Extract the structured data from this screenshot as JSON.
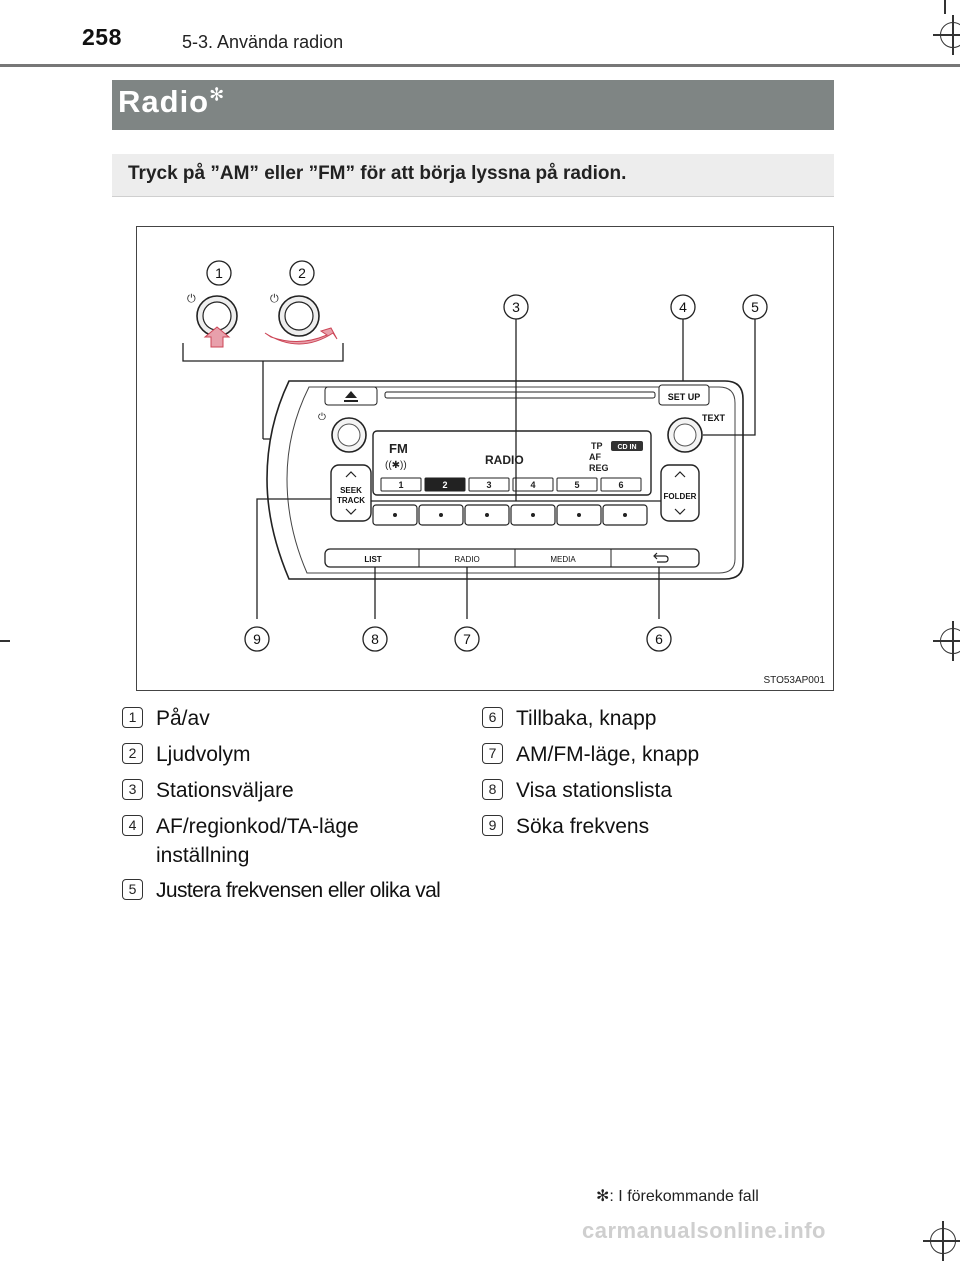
{
  "header": {
    "page_number": "258",
    "chapter": "5-3. Använda radion"
  },
  "section": {
    "title": "Radio",
    "title_mark": "✻"
  },
  "intro": "Tryck på ”AM” eller ”FM” för att börja lyssna på radion.",
  "figure": {
    "code": "STO53AP001",
    "callouts": [
      "1",
      "2",
      "3",
      "4",
      "5",
      "6",
      "7",
      "8",
      "9"
    ],
    "panel": {
      "setup_label": "SET UP",
      "text_label": "TEXT",
      "seek_label_1": "SEEK",
      "seek_label_2": "TRACK",
      "folder_label": "FOLDER",
      "display_band": "FM",
      "display_center": "RADIO",
      "display_tp": "TP",
      "display_af": "AF",
      "display_reg": "REG",
      "display_cd": "CD IN",
      "preset_numbers": [
        "1",
        "2",
        "3",
        "4",
        "5",
        "6"
      ],
      "bottom_buttons": [
        "LIST",
        "RADIO",
        "MEDIA"
      ]
    }
  },
  "legend": {
    "left": [
      {
        "num": "1",
        "text": "På/av"
      },
      {
        "num": "2",
        "text": "Ljudvolym"
      },
      {
        "num": "3",
        "text": "Stationsväljare"
      },
      {
        "num": "4",
        "text": "AF/regionkod/TA-läge",
        "text2": "inställning"
      },
      {
        "num": "5",
        "text": "Justera frekvensen eller olika val"
      }
    ],
    "right": [
      {
        "num": "6",
        "text": "Tillbaka, knapp"
      },
      {
        "num": "7",
        "text": "AM/FM-läge, knapp"
      },
      {
        "num": "8",
        "text": "Visa stationslista"
      },
      {
        "num": "9",
        "text": "Söka frekvens"
      }
    ]
  },
  "footnote": "✻: I förekommande fall",
  "watermark": "carmanualsonline.info"
}
